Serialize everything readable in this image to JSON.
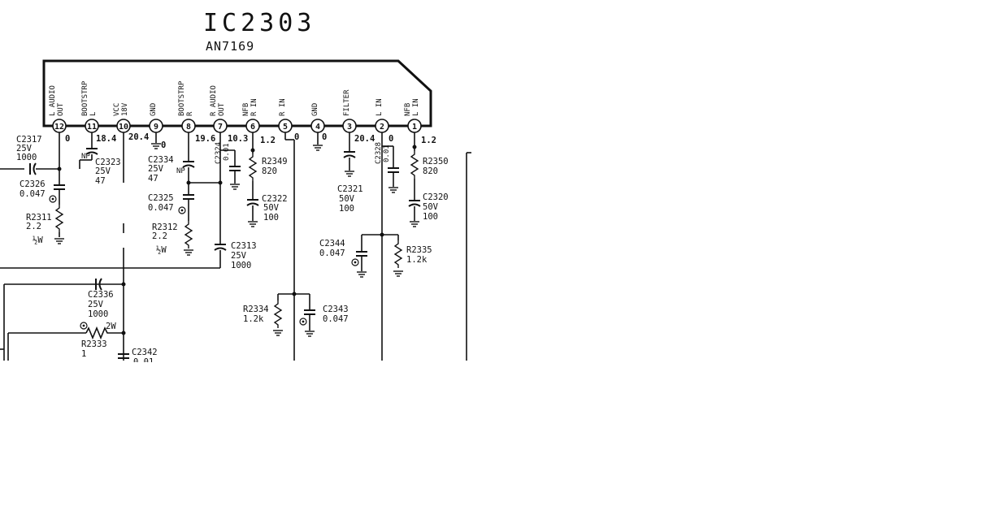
{
  "ic": {
    "title": "IC2303",
    "part": "AN7169",
    "pins": [
      {
        "num": "12",
        "label": "L AUDIO\nOUT",
        "voltage": "0"
      },
      {
        "num": "11",
        "label": "BOOTSTRP\nL",
        "voltage": "18.4"
      },
      {
        "num": "10",
        "label": "VCC\n18V",
        "voltage": "20.4"
      },
      {
        "num": "9",
        "label": "GND",
        "voltage": "0"
      },
      {
        "num": "8",
        "label": "BOOTSTRP\nR",
        "voltage": "19.6"
      },
      {
        "num": "7",
        "label": "R AUDIO\nOUT",
        "voltage": "10.3"
      },
      {
        "num": "6",
        "label": "NFB\nR IN",
        "voltage": "1.2"
      },
      {
        "num": "5",
        "label": "R IN",
        "voltage": "0"
      },
      {
        "num": "4",
        "label": "GND",
        "voltage": "0"
      },
      {
        "num": "3",
        "label": "FILTER",
        "voltage": "20.4"
      },
      {
        "num": "2",
        "label": "L IN",
        "voltage": "0"
      },
      {
        "num": "1",
        "label": "NFB\nL IN",
        "voltage": "1.2"
      }
    ]
  },
  "components": [
    {
      "id": "c2317",
      "lines": [
        "C2317",
        "25V",
        "1000"
      ]
    },
    {
      "id": "c2326",
      "lines": [
        "C2326",
        "0.047"
      ]
    },
    {
      "id": "r2311",
      "lines": [
        "R2311",
        "2.2",
        "½W"
      ]
    },
    {
      "id": "c2323",
      "lines": [
        "C2323",
        "25V",
        "47"
      ]
    },
    {
      "id": "c2334",
      "lines": [
        "C2334",
        "25V",
        "47"
      ]
    },
    {
      "id": "c2325",
      "lines": [
        "C2325",
        "0.047"
      ]
    },
    {
      "id": "r2312",
      "lines": [
        "R2312",
        "2.2",
        "½W"
      ]
    },
    {
      "id": "c2313",
      "lines": [
        "C2313",
        "25V",
        "1000"
      ]
    },
    {
      "id": "c2324",
      "lines": [
        "C2324",
        "0.01"
      ]
    },
    {
      "id": "r2349",
      "lines": [
        "R2349",
        "820"
      ]
    },
    {
      "id": "c2322",
      "lines": [
        "C2322",
        "50V",
        "100"
      ]
    },
    {
      "id": "c2321",
      "lines": [
        "C2321",
        "50V",
        "100"
      ]
    },
    {
      "id": "c2328",
      "lines": [
        "C2328",
        "0.01"
      ]
    },
    {
      "id": "r2350",
      "lines": [
        "R2350",
        "820"
      ]
    },
    {
      "id": "c2320",
      "lines": [
        "C2320",
        "50V",
        "100"
      ]
    },
    {
      "id": "c2344",
      "lines": [
        "C2344",
        "0.047"
      ]
    },
    {
      "id": "r2335",
      "lines": [
        "R2335",
        "1.2k"
      ]
    },
    {
      "id": "r2334",
      "lines": [
        "R2334",
        "1.2k"
      ]
    },
    {
      "id": "c2343",
      "lines": [
        "C2343",
        "0.047"
      ]
    },
    {
      "id": "c2336",
      "lines": [
        "C2336",
        "25V",
        "1000"
      ]
    },
    {
      "id": "r2333",
      "lines": [
        "R2333",
        "1"
      ]
    },
    {
      "id": "r2333w",
      "lines": [
        "2W"
      ]
    },
    {
      "id": "c2342",
      "lines": [
        "C2342",
        "0.01"
      ]
    }
  ],
  "symbols": {
    "np": "NP"
  },
  "colors": {
    "ink": "#111111",
    "background": "#ffffff"
  }
}
